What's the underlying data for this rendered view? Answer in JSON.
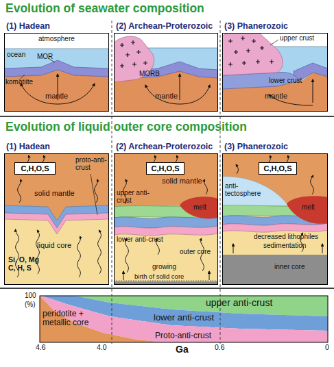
{
  "diagram": {
    "title": "Evolution of seawater composition",
    "nodes": [
      {
        "text": [
          "(1) Hadean"
        ]
      },
      {
        "text": [
          "(2) Archean-Proterozoic"
        ]
      },
      {
        "text": [
          "(3) Phanerozoic"
        ]
      },
      {
        "text": [
          "(1) Hadean"
        ]
      },
      {
        "text": [
          "C,H,O,S"
        ],
        "in": 3
      },
      {
        "text": [
          "(2) Archean-Proterozoic"
        ]
      },
      {
        "text": [
          "C,H,O,S"
        ],
        "in": 5
      },
      {
        "text": [
          "(3) Phanerozoic"
        ]
      },
      {
        "text": [
          "C,H,O,S"
        ],
        "in": 7
      }
    ],
    "labels": [
      "Evolution of liquid outer core composition",
      "atmosphere",
      "ocean",
      "MOR",
      "komatiite",
      "mantle",
      "MORB",
      "mantle",
      "upper crust",
      "lower crust",
      "mantle",
      "proto-anti-crust",
      "solid mantle",
      "liquid core",
      "Si, O, Mg C, H, S",
      "upper anti-crust",
      "solid mantle",
      "melt",
      "lower anti-crust",
      "outer core",
      "growing",
      "birth of solid core",
      "anti-tectosphere",
      "melt",
      "decreased lithophiles",
      "sedimentation",
      "inner core",
      "upper anti-crust",
      "lower anti-crust",
      "Proto-anti-crust",
      "peridotite + metallic core",
      "100",
      "(%)",
      "4.6",
      "4.0",
      "Ga",
      "0.6",
      "0"
    ]
  }
}
